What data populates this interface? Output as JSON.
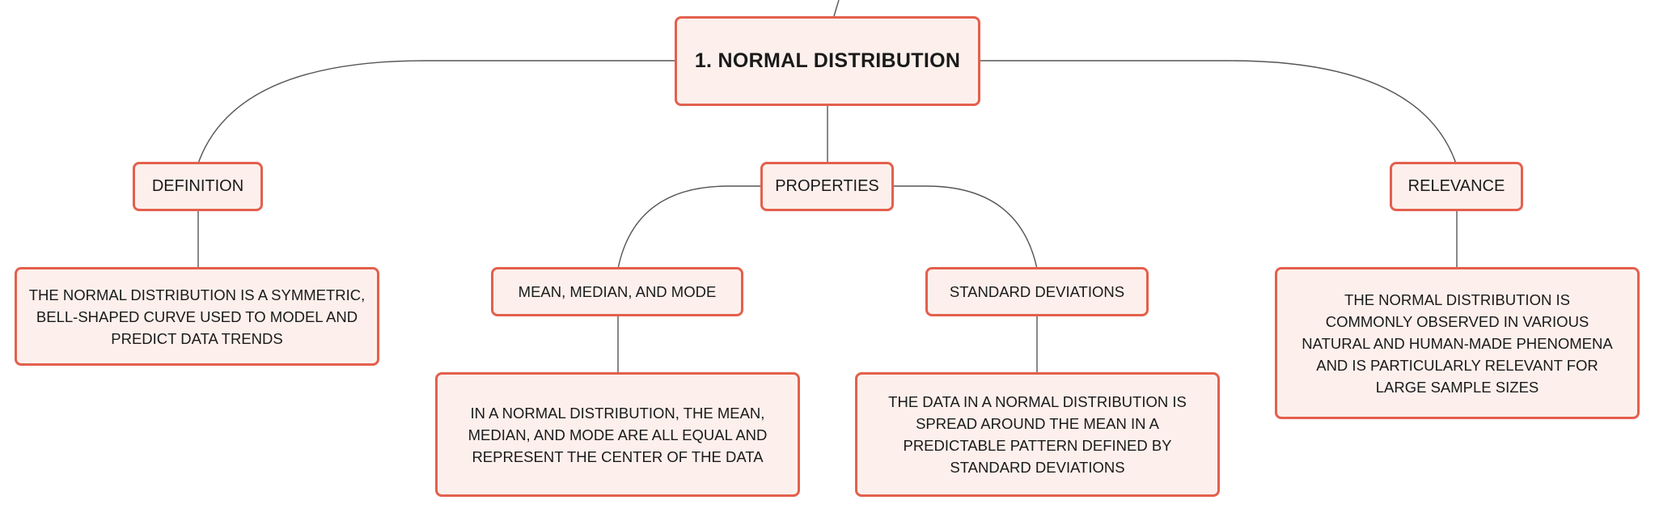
{
  "colors": {
    "node_border": "#e3604d",
    "node_fill": "#fdf0ec",
    "connector": "#555555"
  },
  "root": {
    "label": "1. NORMAL DISTRIBUTION"
  },
  "definition": {
    "label": "DEFINITION",
    "detail": "THE NORMAL DISTRIBUTION IS A SYMMETRIC, BELL-SHAPED CURVE USED TO MODEL AND PREDICT DATA TRENDS"
  },
  "properties": {
    "label": "PROPERTIES",
    "mean_median_mode": {
      "label": "MEAN, MEDIAN, AND MODE",
      "detail": "IN A NORMAL DISTRIBUTION, THE MEAN, MEDIAN, AND MODE ARE ALL EQUAL AND REPRESENT THE CENTER OF THE DATA"
    },
    "standard_deviations": {
      "label": "STANDARD DEVIATIONS",
      "detail": "THE DATA IN A NORMAL DISTRIBUTION IS SPREAD AROUND THE MEAN IN A PREDICTABLE PATTERN DEFINED BY STANDARD DEVIATIONS"
    }
  },
  "relevance": {
    "label": "RELEVANCE",
    "detail": "THE NORMAL DISTRIBUTION IS COMMONLY OBSERVED IN VARIOUS NATURAL AND HUMAN-MADE PHENOMENA AND IS PARTICULARLY RELEVANT FOR LARGE SAMPLE SIZES"
  }
}
